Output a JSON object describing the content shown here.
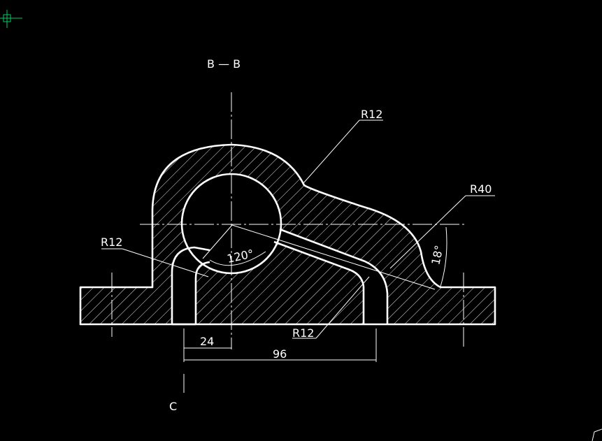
{
  "view": {
    "section_label": "B — B",
    "view_label": "C"
  },
  "dimensions": {
    "radius_top": "R12",
    "radius_right": "R40",
    "radius_left": "R12",
    "radius_bottom": "R12",
    "angle_left": "120°",
    "angle_right": "18°",
    "linear_short": "24",
    "linear_long": "96"
  },
  "colors": {
    "background": "#000000",
    "lines": "#ffffff",
    "cursor": "#00cc66"
  }
}
